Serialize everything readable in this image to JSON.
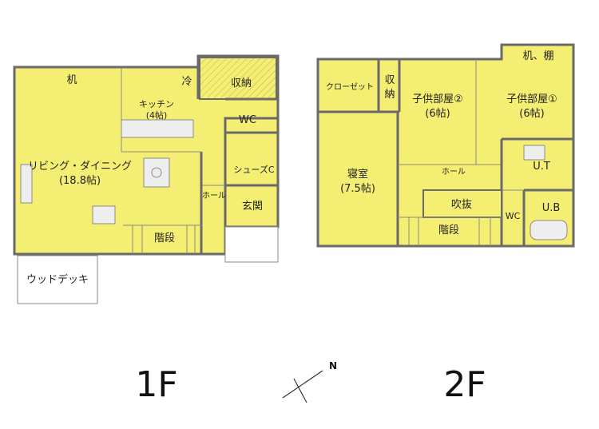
{
  "colors": {
    "room_fill": "#f4ee73",
    "wall": "#6a6a6a",
    "storage_hatch": "#d6d070"
  },
  "floors": {
    "first": {
      "label": "1F",
      "rooms": {
        "desk": "机",
        "fridge": "冷",
        "storage": "収納",
        "kitchen": "キッチン",
        "kitchen_size": "(4帖)",
        "living_dining": "リビング・ダイニング",
        "living_dining_size": "(18.8帖)",
        "wc": "WC",
        "shoe_closet": "シューズC",
        "hall": "ホール",
        "entrance": "玄関",
        "stairs": "階段",
        "wood_deck": "ウッドデッキ"
      }
    },
    "second": {
      "label": "2F",
      "rooms": {
        "closet": "クローゼット",
        "storage": "収納",
        "child_room_2": "子供部屋②",
        "child_room_2_size": "(6帖)",
        "desk_shelf": "机、棚",
        "child_room_1": "子供部屋①",
        "child_room_1_size": "(6帖)",
        "hall": "ホール",
        "bedroom": "寝室",
        "bedroom_size": "(7.5帖)",
        "ut": "U.T",
        "void": "吹抜",
        "wc": "WC",
        "ub": "U.B",
        "stairs": "階段"
      }
    }
  },
  "compass": {
    "north": "N"
  }
}
